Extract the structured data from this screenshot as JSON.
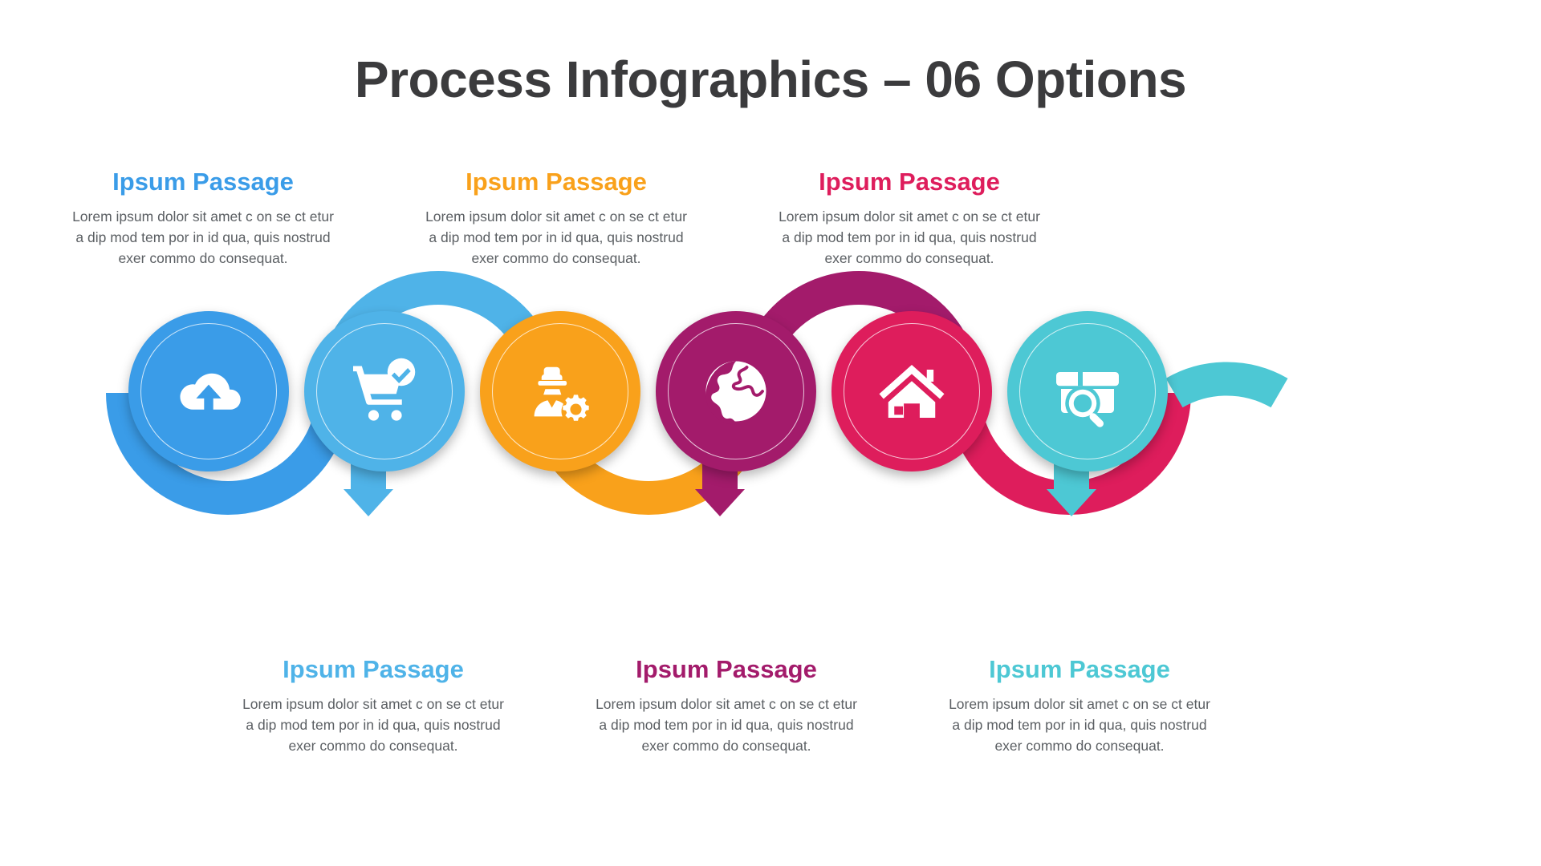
{
  "title": "Process Infographics – 06 Options",
  "body_text": "Lorem ipsum dolor sit  amet c on se ct etur  a dip mod tem por in id qua, quis nostrud exer commo do consequat.",
  "colors": {
    "title": "#3b3b3d",
    "body": "#5b5f63",
    "step1": "#3a9ce8",
    "step2": "#4fb3e8",
    "step3": "#f9a11b",
    "step4": "#a31b6b",
    "step5": "#de1d5c",
    "step6": "#4dc8d4"
  },
  "steps": [
    {
      "index": 1,
      "heading": "Ipsum Passage",
      "body": "Lorem ipsum dolor sit  amet c on se ct etur  a dip mod tem por in id qua, quis nostrud exer commo do consequat.",
      "color": "#3a9ce8",
      "icon": "cloud-upload-icon",
      "text_position": "above",
      "pointer": "up"
    },
    {
      "index": 2,
      "heading": "Ipsum Passage",
      "body": "Lorem ipsum dolor sit  amet c on se ct etur  a dip mod tem por in id qua, quis nostrud exer commo do consequat.",
      "color": "#4fb3e8",
      "icon": "shopping-cart-check-icon",
      "text_position": "below",
      "pointer": "down"
    },
    {
      "index": 3,
      "heading": "Ipsum Passage",
      "body": "Lorem ipsum dolor sit  amet c on se ct etur  a dip mod tem por in id qua, quis nostrud exer commo do consequat.",
      "color": "#f9a11b",
      "icon": "engineer-gear-icon",
      "text_position": "above",
      "pointer": "up"
    },
    {
      "index": 4,
      "heading": "Ipsum Passage",
      "body": "Lorem ipsum dolor sit  amet c on se ct etur  a dip mod tem por in id qua, quis nostrud exer commo do consequat.",
      "color": "#a31b6b",
      "icon": "globe-icon",
      "text_position": "below",
      "pointer": "down"
    },
    {
      "index": 5,
      "heading": "Ipsum Passage",
      "body": "Lorem ipsum dolor sit  amet c on se ct etur  a dip mod tem por in id qua, quis nostrud exer commo do consequat.",
      "color": "#de1d5c",
      "icon": "house-icon",
      "text_position": "above",
      "pointer": "up"
    },
    {
      "index": 6,
      "heading": "Ipsum Passage",
      "body": "Lorem ipsum dolor sit  amet c on se ct etur  a dip mod tem por in id qua, quis nostrud exer commo do consequat.",
      "color": "#4dc8d4",
      "icon": "package-search-icon",
      "text_position": "below",
      "pointer": "down"
    }
  ]
}
